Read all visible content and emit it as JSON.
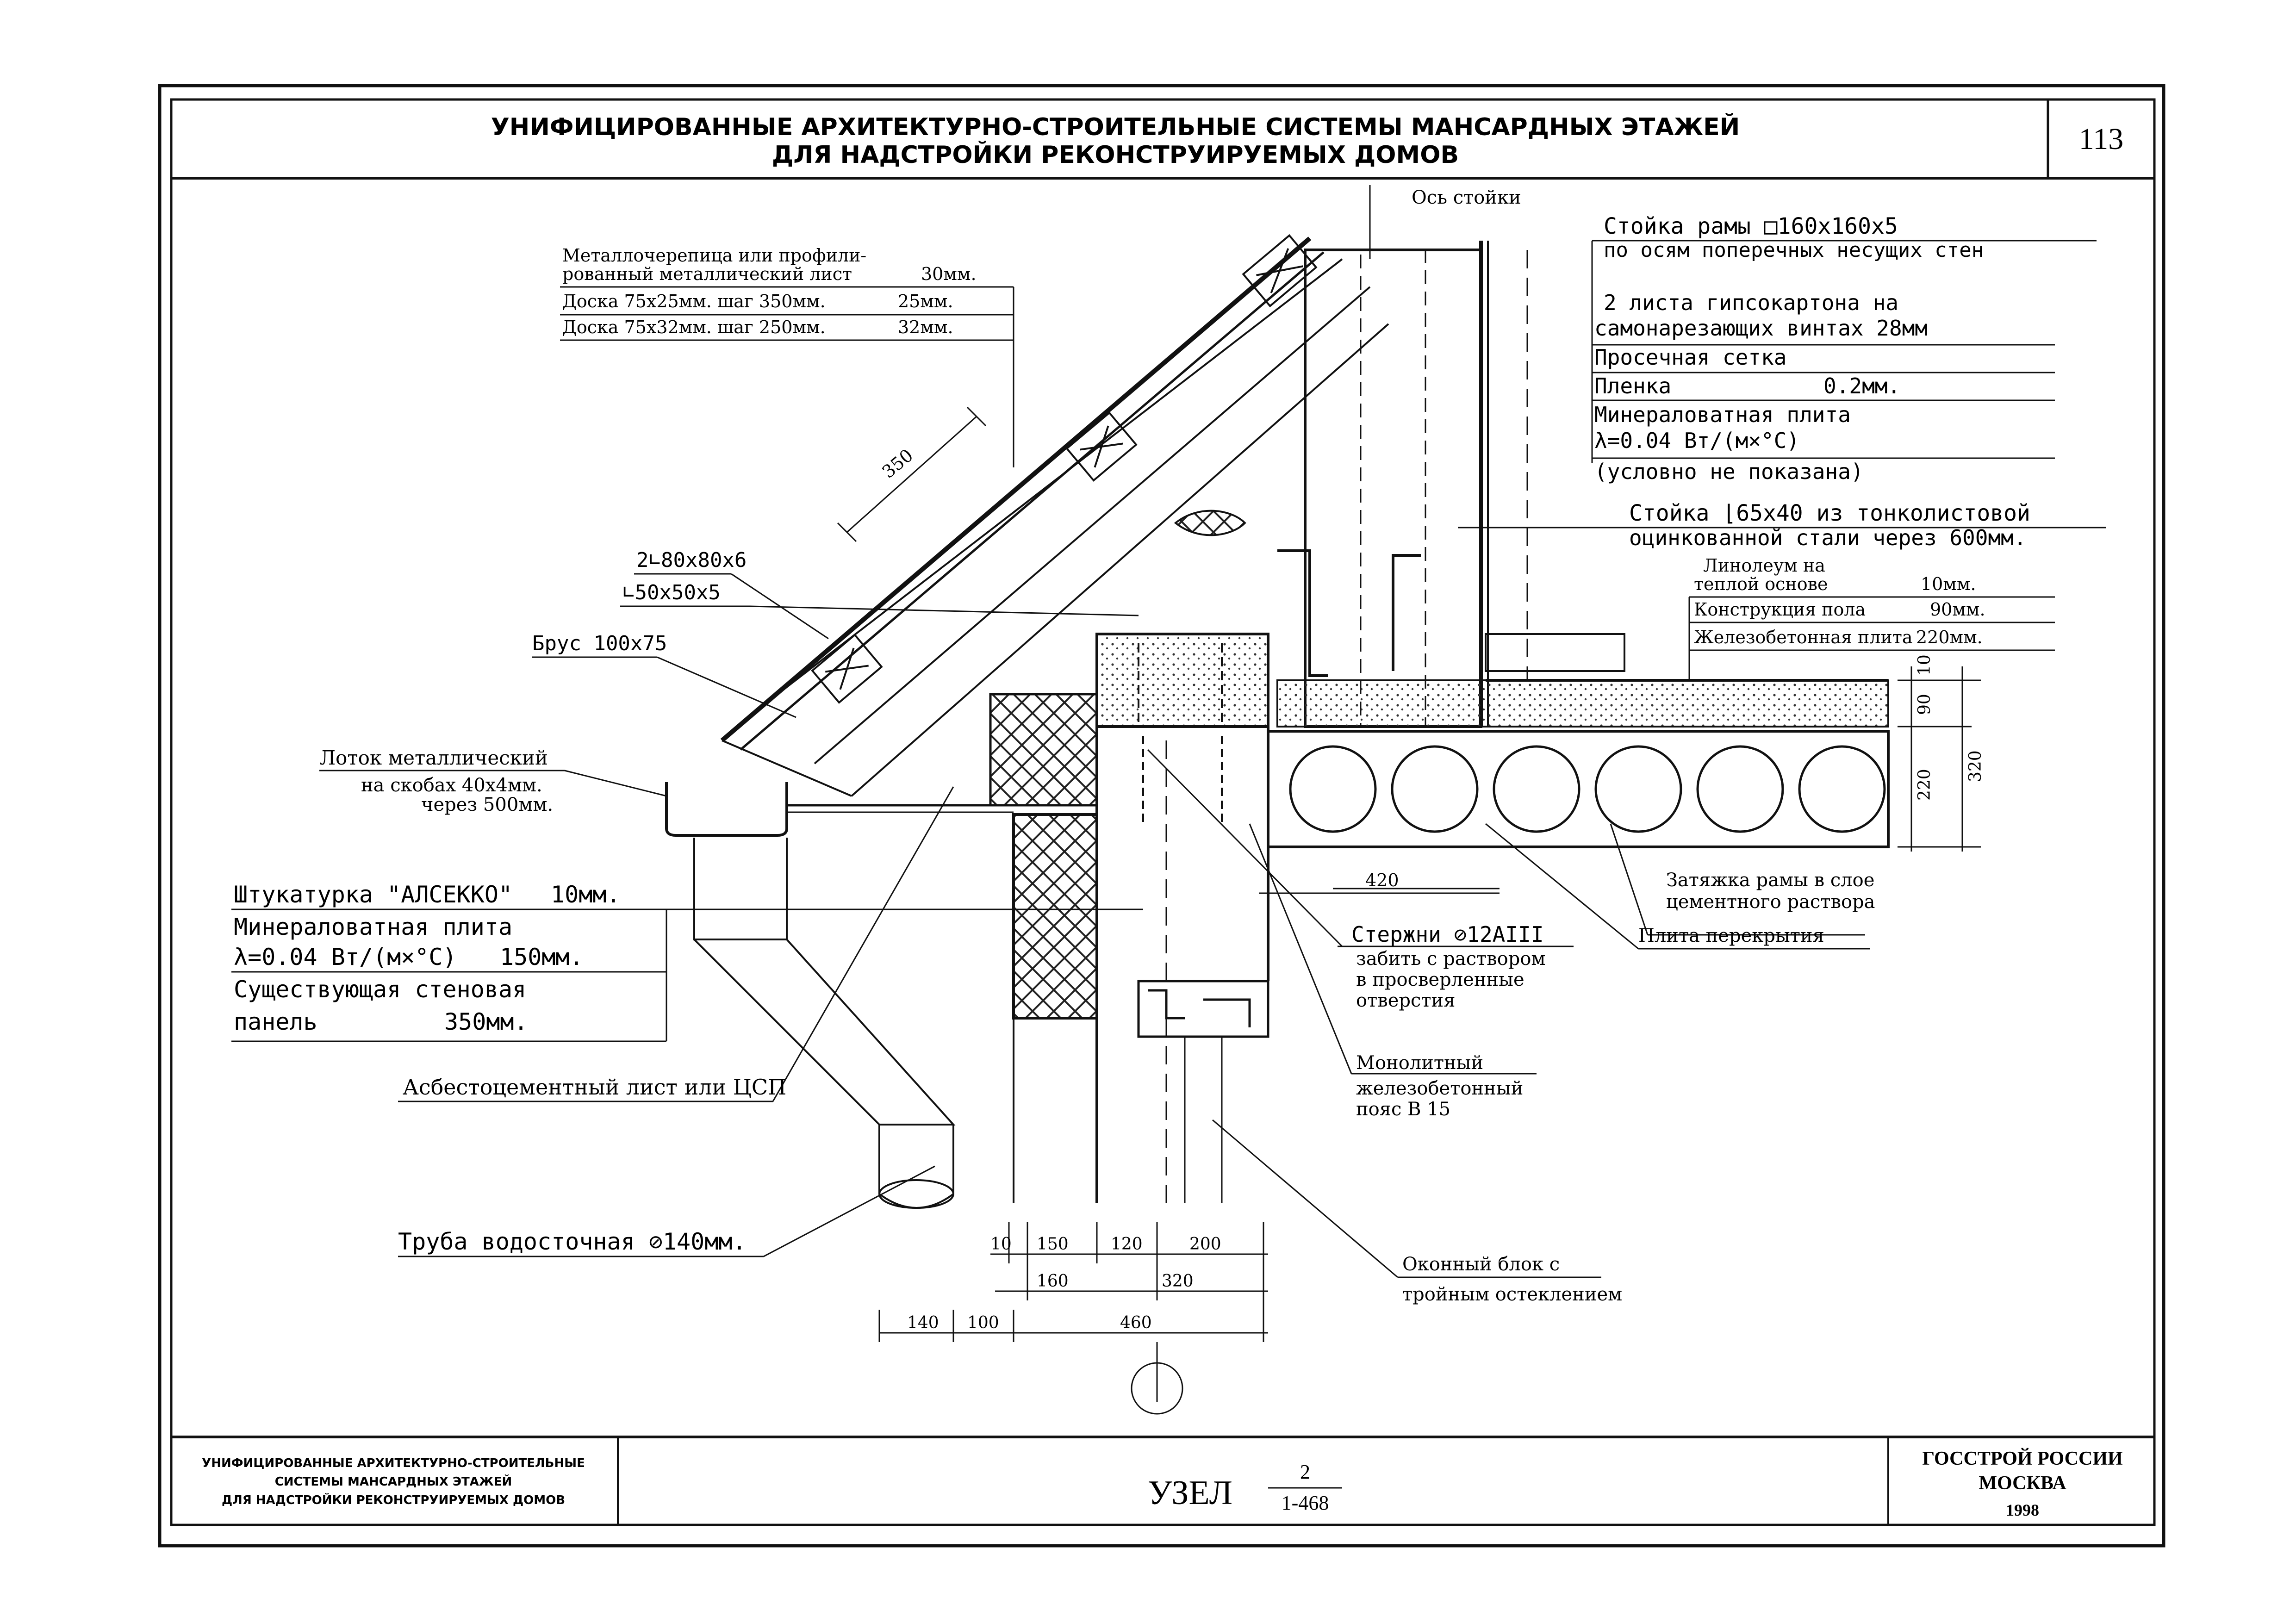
{
  "header": {
    "title_line1": "УНИФИЦИРОВАННЫЕ АРХИТЕКТУРНО-СТРОИТЕЛЬНЫЕ СИСТЕМЫ МАНСАРДНЫХ ЭТАЖЕЙ",
    "title_line2": "ДЛЯ НАДСТРОЙКИ РЕКОНСТРУИРУЕМЫХ ДОМОВ",
    "page_number": "113"
  },
  "roof_table": {
    "row1a": "Металлочерепица или профили-",
    "row1b": "рованный металлический лист",
    "row1_value": "30мм.",
    "row2": "Доска 75х25мм. шаг 350мм.",
    "row2_value": "25мм.",
    "row3": "Доска 75х32мм. шаг 250мм.",
    "row3_value": "32мм."
  },
  "callouts": {
    "axis": "Ось стойки",
    "frame_post_a": "Стойка рамы □160х160х5",
    "frame_post_b": "по осям поперечных несущих стен",
    "drywall_a": "2 листа гипсокартона на",
    "drywall_b": "самонарезающих винтах 28мм",
    "mesh": "Просечная сетка",
    "film": "Пленка",
    "film_value": "0.2мм.",
    "mineral_a": "Минераловатная плита",
    "mineral_b": "λ=0.04 Вт/(м×°С)",
    "mineral_c": "(условно не показана)",
    "stud_a": "Стойка ⌊65х40 из тонколистовой",
    "stud_b": "оцинкованной стали через 600мм.",
    "angle_80": "2∟80х80х6",
    "angle_50": "∟50х50х5",
    "beam": "Брус 100х75",
    "gutter_a": "Лоток металлический",
    "gutter_b": "на скобах 40х4мм.",
    "gutter_c": "через 500мм.",
    "asbestos": "Асбестоцементный лист или ЦСП",
    "pipe": "Труба водосточная ⊘140мм.",
    "rods_a": "Стержни ⊘12АIII",
    "rods_b": "забить с раствором",
    "rods_c": "в просверленные",
    "rods_d": "отверстия",
    "monolith_a": "Монолитный",
    "monolith_b": "железобетонный",
    "monolith_c": "пояс В 15",
    "window_a": "Оконный блок с",
    "window_b": "тройным остеклением",
    "tie_a": "Затяжка рамы в слое",
    "tie_b": "цементного раствора",
    "slab": "Плита перекрытия"
  },
  "floor_table": {
    "row1a": "Линолеум на",
    "row1b": "теплой основе",
    "row1_value": "10мм.",
    "row2": "Конструкция пола",
    "row2_value": "90мм.",
    "row3": "Железобетонная плита",
    "row3_value": "220мм."
  },
  "wall_table": {
    "row1": "Штукатурка \"АЛСЕККО\"",
    "row1_value": "10мм.",
    "row2a": "Минераловатная плита",
    "row2b": "λ=0.04 Вт/(м×°С)",
    "row2_value": "150мм.",
    "row3a": "Существующая стеновая",
    "row3b": "панель",
    "row3_value": "350мм."
  },
  "dimensions": {
    "d350": "350",
    "d420": "420",
    "d10": "10",
    "d90": "90",
    "d220": "220",
    "d320r": "320",
    "b10": "10",
    "b150": "150",
    "b120": "120",
    "b200": "200",
    "b160": "160",
    "b320": "320",
    "c140": "140",
    "c100": "100",
    "c460": "460"
  },
  "footer": {
    "left_line1": "УНИФИЦИРОВАННЫЕ АРХИТЕКТУРНО-СТРОИТЕЛЬНЫЕ",
    "left_line2": "СИСТЕМЫ МАНСАРДНЫХ ЭТАЖЕЙ",
    "left_line3": "ДЛЯ НАДСТРОЙКИ РЕКОНСТРУИРУЕМЫХ ДОМОВ",
    "node_label": "УЗЕЛ",
    "node_num": "2",
    "node_series": "1-468",
    "org_line1": "ГОССТРОЙ РОССИИ",
    "org_line2": "МОСКВА",
    "year": "1998"
  }
}
